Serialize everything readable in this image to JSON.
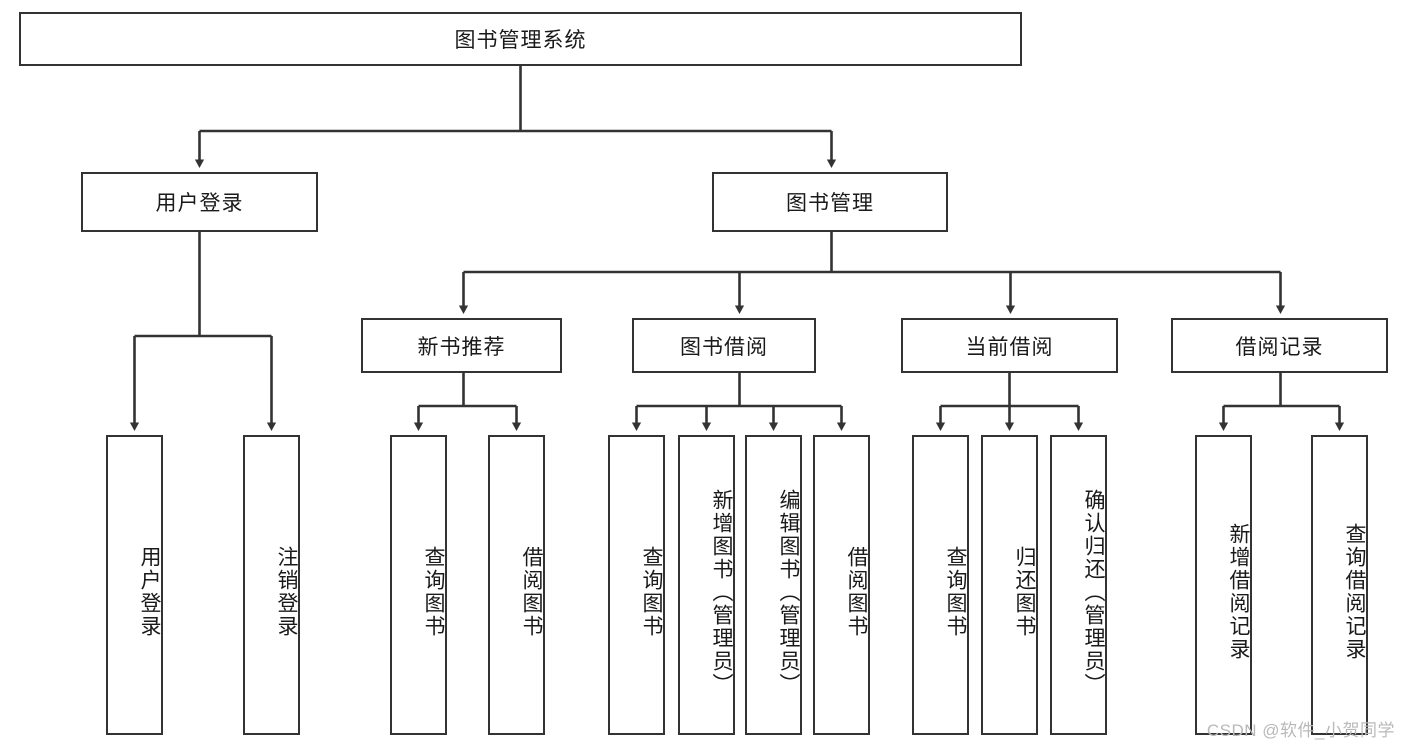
{
  "diagram": {
    "title": "图书管理系统",
    "type": "function-structure-tree",
    "line_color": "#333333",
    "box_fill": "#ffffff",
    "text_color": "#1a1a1a",
    "watermark": "CSDN @软件_小贺同学",
    "nodes": {
      "root": {
        "label": "图书管理系统"
      },
      "level2": [
        {
          "id": "user-login",
          "label": "用户登录"
        },
        {
          "id": "book-manage",
          "label": "图书管理"
        }
      ],
      "level3": [
        {
          "id": "new-book-recommend",
          "label": "新书推荐"
        },
        {
          "id": "book-borrow",
          "label": "图书借阅"
        },
        {
          "id": "current-borrow",
          "label": "当前借阅"
        },
        {
          "id": "borrow-record",
          "label": "借阅记录"
        }
      ],
      "leaves": {
        "user_login": [
          {
            "id": "leaf-user-login",
            "label": "用户登录"
          },
          {
            "id": "leaf-user-logout",
            "label": "注销登录"
          }
        ],
        "new_book_recommend": [
          {
            "id": "leaf-query-book-1",
            "label": "查询图书"
          },
          {
            "id": "leaf-borrow-book-1",
            "label": "借阅图书"
          }
        ],
        "book_borrow": [
          {
            "id": "leaf-query-book-2",
            "label": "查询图书"
          },
          {
            "id": "leaf-add-book",
            "label": "新增图书（管理员）"
          },
          {
            "id": "leaf-edit-book",
            "label": "编辑图书（管理员）"
          },
          {
            "id": "leaf-borrow-book-2",
            "label": "借阅图书"
          }
        ],
        "current_borrow": [
          {
            "id": "leaf-query-book-3",
            "label": "查询图书"
          },
          {
            "id": "leaf-return-book",
            "label": "归还图书"
          },
          {
            "id": "leaf-confirm-return",
            "label": "确认归还（管理员）"
          }
        ],
        "borrow_record": [
          {
            "id": "leaf-add-record",
            "label": "新增借阅记录"
          },
          {
            "id": "leaf-query-record",
            "label": "查询借阅记录"
          }
        ]
      }
    }
  }
}
